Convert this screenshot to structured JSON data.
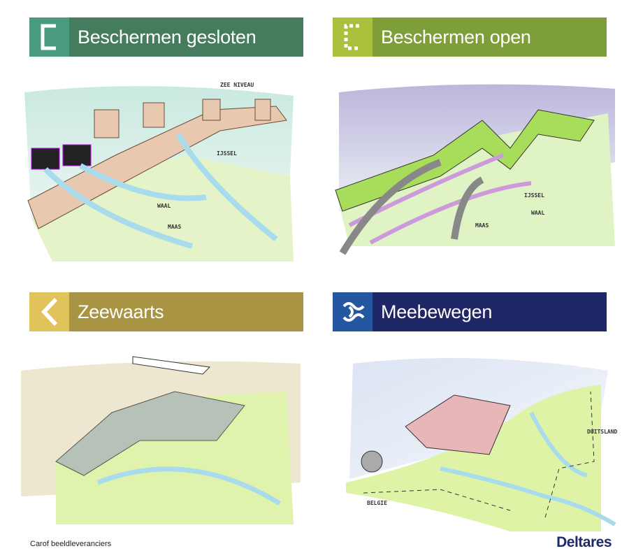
{
  "panels": [
    {
      "title": "Beschermen gesloten",
      "icon": "closed-bracket-icon",
      "icon_bg": "#4a9a80",
      "bg": "#457c5d",
      "labels": [
        "ZEE NIVEAU",
        "IJSSEL",
        "WAAL",
        "MAAS"
      ]
    },
    {
      "title": "Beschermen open",
      "icon": "dotted-bracket-icon",
      "icon_bg": "#a8c03c",
      "bg": "#7e9e3a",
      "labels": [
        "IJSSEL",
        "WAAL",
        "MAAS"
      ]
    },
    {
      "title": "Zeewaarts",
      "icon": "chevron-left-icon",
      "icon_bg": "#e0c35a",
      "bg": "#a99443",
      "labels": []
    },
    {
      "title": "Meebewegen",
      "icon": "waves-icon",
      "icon_bg": "#2556a0",
      "bg": "#1f2766",
      "labels": [
        "BELGIE",
        "DUITSLAND"
      ]
    }
  ],
  "footer": {
    "credit": "Carof beeldleveranciers",
    "logo": "Deltares"
  }
}
